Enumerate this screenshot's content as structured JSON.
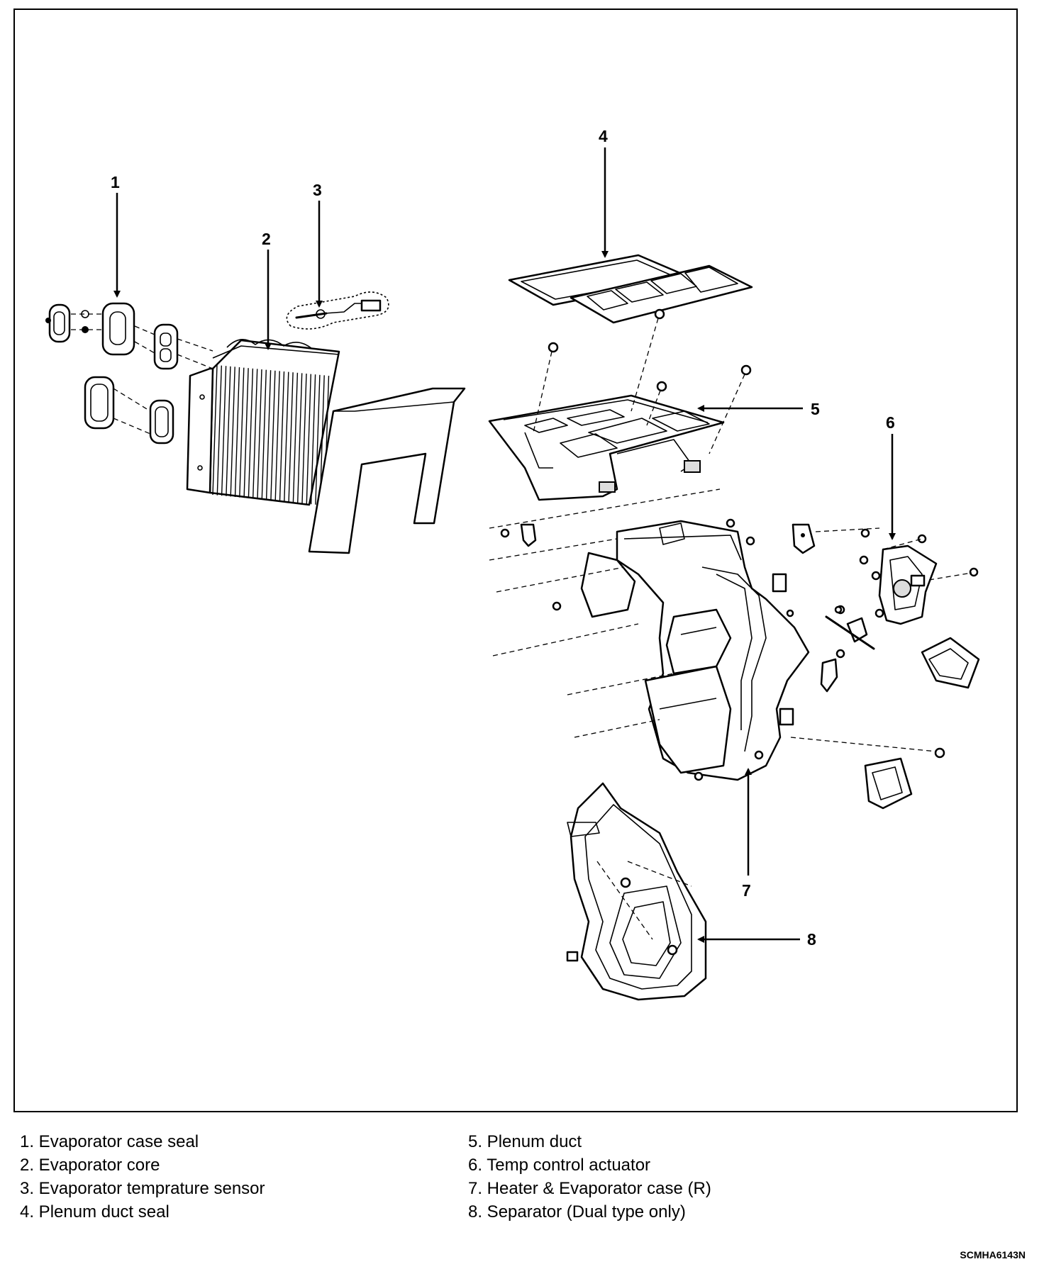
{
  "diagram": {
    "callouts": [
      "1",
      "2",
      "3",
      "4",
      "5",
      "6",
      "7",
      "8"
    ],
    "legend_left": [
      "1. Evaporator case seal",
      "2. Evaporator core",
      "3. Evaporator temprature sensor",
      "4. Plenum duct seal"
    ],
    "legend_right": [
      "5. Plenum duct",
      "6. Temp control actuator",
      "7. Heater & Evaporator case (R)",
      "8. Separator (Dual type only)"
    ],
    "figure_code": "SCMHA6143N"
  }
}
